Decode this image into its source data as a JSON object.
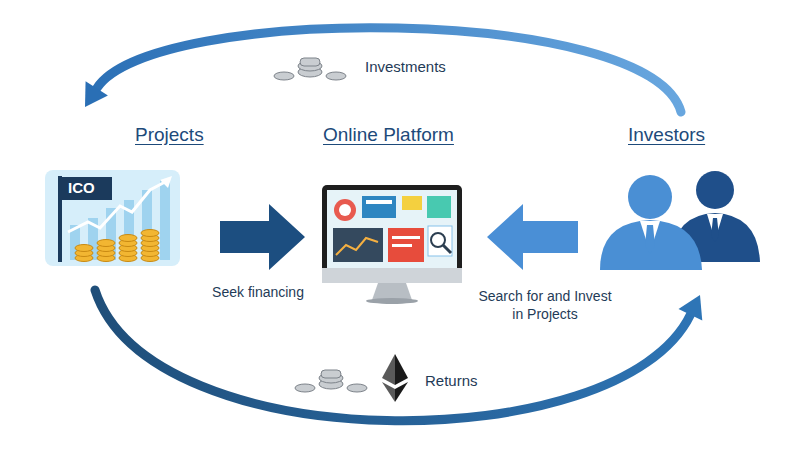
{
  "diagram": {
    "nodes": [
      {
        "text": [
          "Projects"
        ]
      },
      {
        "text": [
          "Online Platform"
        ]
      },
      {
        "text": [
          "Investors"
        ]
      }
    ],
    "edges": [
      {
        "from": 2,
        "to": 0,
        "arrow": "to",
        "label": "Investments"
      },
      {
        "from": 0,
        "to": 1,
        "arrow": "to",
        "label": "Seek financing"
      },
      {
        "from": 2,
        "to": 1,
        "arrow": "to",
        "label": "Search for and Invest in Projects"
      },
      {
        "from": 0,
        "to": 2,
        "arrow": "to",
        "label": "Returns"
      }
    ],
    "labels": [
      "ICO"
    ]
  }
}
